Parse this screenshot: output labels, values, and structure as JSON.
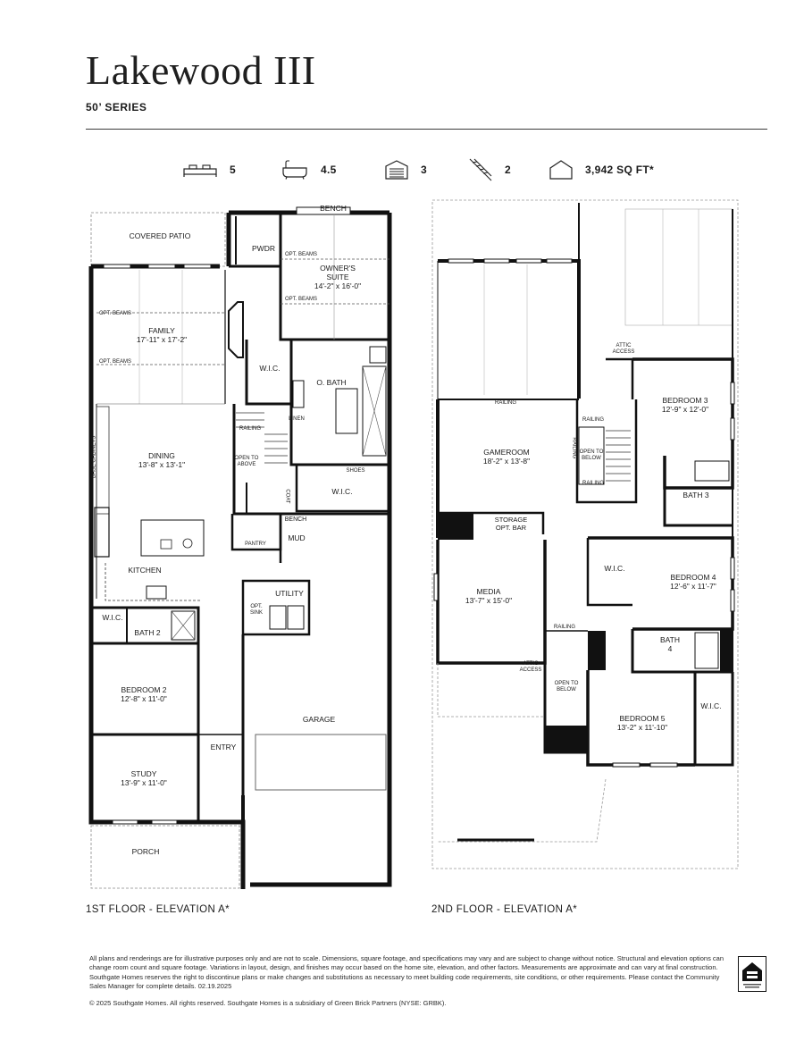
{
  "header": {
    "title": "Lakewood III",
    "series": "50’ SERIES"
  },
  "specs": [
    {
      "icon": "bed-icon",
      "value": "5"
    },
    {
      "icon": "bathtub-icon",
      "value": "4.5"
    },
    {
      "icon": "garage-icon",
      "value": "3"
    },
    {
      "icon": "stairs-icon",
      "value": "2"
    },
    {
      "icon": "house-icon",
      "value": "3,942 SQ FT*"
    }
  ],
  "floor1": {
    "caption": "1ST FLOOR - ELEVATION A*",
    "labels": {
      "covered_patio": "COVERED PATIO",
      "pwdr": "PWDR",
      "bench_top": "BENCH",
      "opt_beams_1": "OPT. BEAMS",
      "opt_beams_2": "OPT. BEAMS",
      "opt_beams_3": "OPT. BEAMS",
      "opt_beams_4": "OPT. BEAMS",
      "owners_suite": "OWNER'S\nSUITE\n14'-2\" x 16'-0\"",
      "family": "FAMILY\n17'-11\" x 17'-2\"",
      "wic_1": "W.I.C.",
      "o_bath": "O. BATH",
      "linen": "LINEN",
      "railing": "RAILING",
      "open_to_above": "OPEN TO\nABOVE",
      "shoes": "SHOES",
      "wic_2": "W.I.C.",
      "dining": "DINING\n13'-8\" x 13'-1\"",
      "base_cabinets": "BASE CABINETS",
      "coat": "COAT",
      "bench_mud": "BENCH",
      "mud": "MUD",
      "pantry": "PANTRY",
      "kitchen": "KITCHEN",
      "utility": "UTILITY",
      "opt_sink": "OPT.\nSINK",
      "wic_3": "W.I.C.",
      "bath_2": "BATH 2",
      "bedroom_2": "BEDROOM 2\n12'-8\" x 11'-0\"",
      "garage": "GARAGE",
      "entry": "ENTRY",
      "study": "STUDY\n13'-9\" x 11'-0\"",
      "porch": "PORCH"
    }
  },
  "floor2": {
    "caption": "2ND FLOOR - ELEVATION A*",
    "labels": {
      "attic_access_1": "ATTIC\nACCESS",
      "bedroom_3": "BEDROOM 3\n12'-9\" x 12'-0\"",
      "railing_1": "RAILING",
      "railing_2": "RAILING",
      "railing_3": "RAILING",
      "railing_4": "RAILING",
      "open_to_below_1": "OPEN TO\nBELOW",
      "gameroom": "GAMEROOM\n18'-2\" x 13'-8\"",
      "bath_3": "BATH 3",
      "storage": "STORAGE\nOPT. BAR",
      "wic_4": "W.I.C.",
      "bedroom_4": "BEDROOM 4\n12'-6\" x 11'-7\"",
      "media": "MEDIA\n13'-7\" x 15'-0\"",
      "railing_5": "RAILING",
      "bath_4": "BATH\n4",
      "attic_access_2": "ATTIC\nACCESS",
      "open_to_below_2": "OPEN TO\nBELOW",
      "wic_5": "W.I.C.",
      "bedroom_5": "BEDROOM 5\n13'-2\" x 11'-10\""
    }
  },
  "footer": {
    "disclaimer": "All plans and renderings are for illustrative purposes only and are not to scale. Dimensions, square footage, and specifications may vary and are subject to change without notice. Structural and elevation options can change room count and square footage. Variations in layout, design, and finishes may occur based on the home site, elevation, and other factors. Measurements are approximate and can vary at final construction. Southgate Homes reserves the right to discontinue plans or make changes and substitutions as necessary to meet building code requirements, site conditions, or other requirements. Please contact the Community Sales Manager for complete details. 02.19.2025",
    "copyright": "© 2025 Southgate Homes. All rights reserved. Southgate Homes is a subsidiary of Green Brick Partners (NYSE: GRBK).",
    "logo": "equal-housing-opportunity-logo"
  }
}
